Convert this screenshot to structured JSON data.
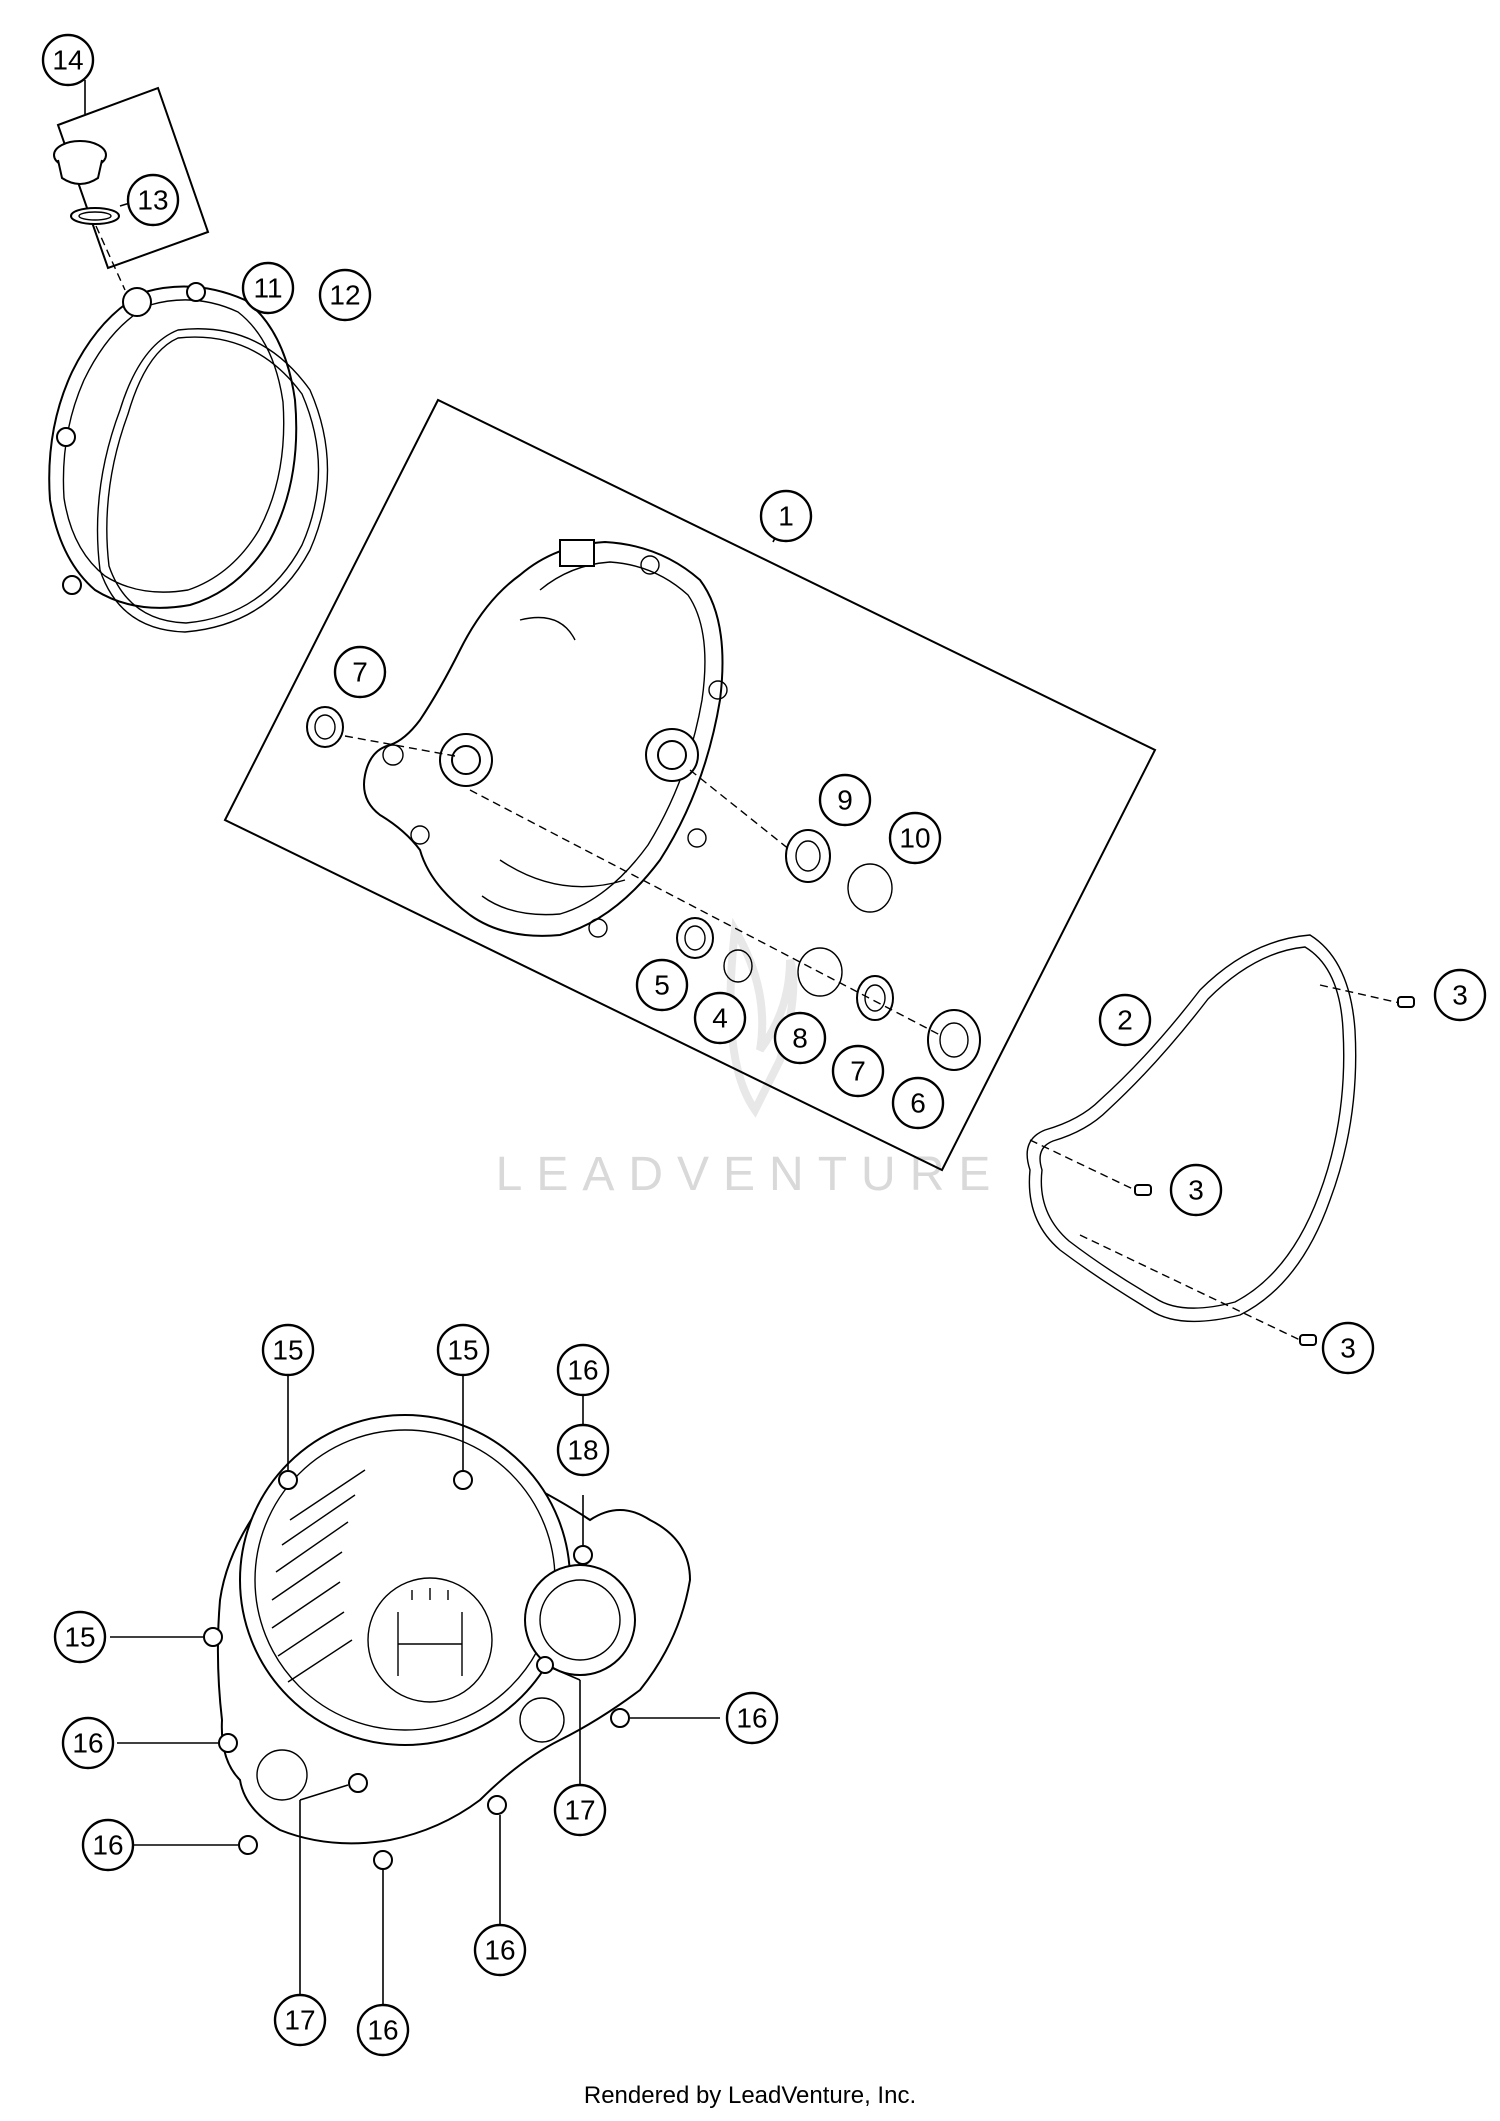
{
  "watermark": "LEADVENTURE",
  "footer": "Rendered by LeadVenture, Inc.",
  "callouts": [
    {
      "id": "callout-14",
      "label": "14"
    },
    {
      "id": "callout-13",
      "label": "13"
    },
    {
      "id": "callout-11",
      "label": "11"
    },
    {
      "id": "callout-12",
      "label": "12"
    },
    {
      "id": "callout-1",
      "label": "1"
    },
    {
      "id": "callout-7a",
      "label": "7"
    },
    {
      "id": "callout-9",
      "label": "9"
    },
    {
      "id": "callout-10",
      "label": "10"
    },
    {
      "id": "callout-5",
      "label": "5"
    },
    {
      "id": "callout-4",
      "label": "4"
    },
    {
      "id": "callout-8",
      "label": "8"
    },
    {
      "id": "callout-7b",
      "label": "7"
    },
    {
      "id": "callout-6",
      "label": "6"
    },
    {
      "id": "callout-2",
      "label": "2"
    },
    {
      "id": "callout-3a",
      "label": "3"
    },
    {
      "id": "callout-3b",
      "label": "3"
    },
    {
      "id": "callout-3c",
      "label": "3"
    },
    {
      "id": "callout-15a",
      "label": "15"
    },
    {
      "id": "callout-15b",
      "label": "15"
    },
    {
      "id": "callout-15c",
      "label": "15"
    },
    {
      "id": "callout-16a",
      "label": "16"
    },
    {
      "id": "callout-18",
      "label": "18"
    },
    {
      "id": "callout-16b",
      "label": "16"
    },
    {
      "id": "callout-16c",
      "label": "16"
    },
    {
      "id": "callout-16d",
      "label": "16"
    },
    {
      "id": "callout-17a",
      "label": "17"
    },
    {
      "id": "callout-16e",
      "label": "16"
    },
    {
      "id": "callout-17b",
      "label": "17"
    },
    {
      "id": "callout-16f",
      "label": "16"
    }
  ]
}
